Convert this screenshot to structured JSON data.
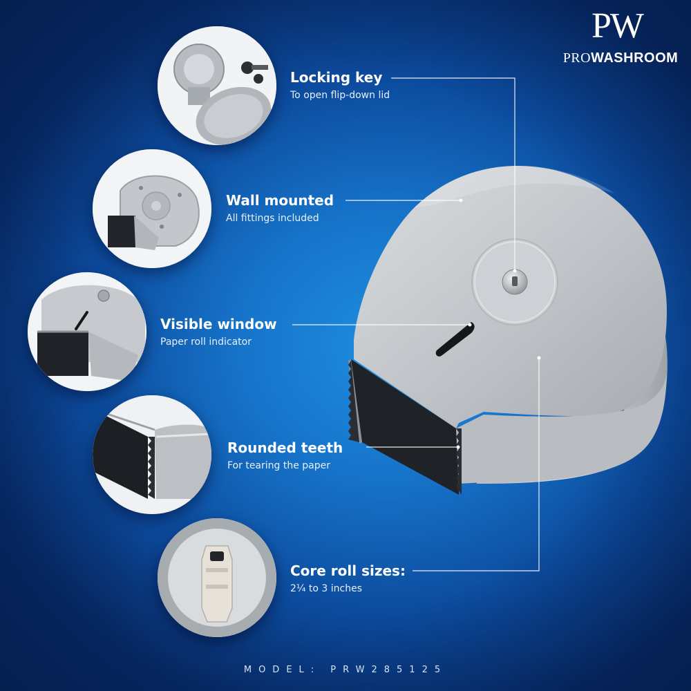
{
  "brand": {
    "monogram": "PW",
    "name_light": "PRO",
    "name_bold": "WASHROOM"
  },
  "features": [
    {
      "title": "Locking key",
      "subtitle": "To open flip-down lid",
      "icon": "key-lock-thumbnail"
    },
    {
      "title": "Wall mounted",
      "subtitle": "All fittings included",
      "icon": "wall-back-thumbnail"
    },
    {
      "title": "Visible window",
      "subtitle": "Paper roll indicator",
      "icon": "window-slot-thumbnail"
    },
    {
      "title": "Rounded teeth",
      "subtitle": "For tearing the paper",
      "icon": "teeth-thumbnail"
    },
    {
      "title": "Core roll sizes:",
      "subtitle": "2¼ to 3 inches",
      "icon": "spindle-thumbnail"
    }
  ],
  "model": "MODEL: PRW285125",
  "colors": {
    "background": "#1673c9",
    "text": "#ffffff",
    "steel": "#c9cdd2"
  }
}
